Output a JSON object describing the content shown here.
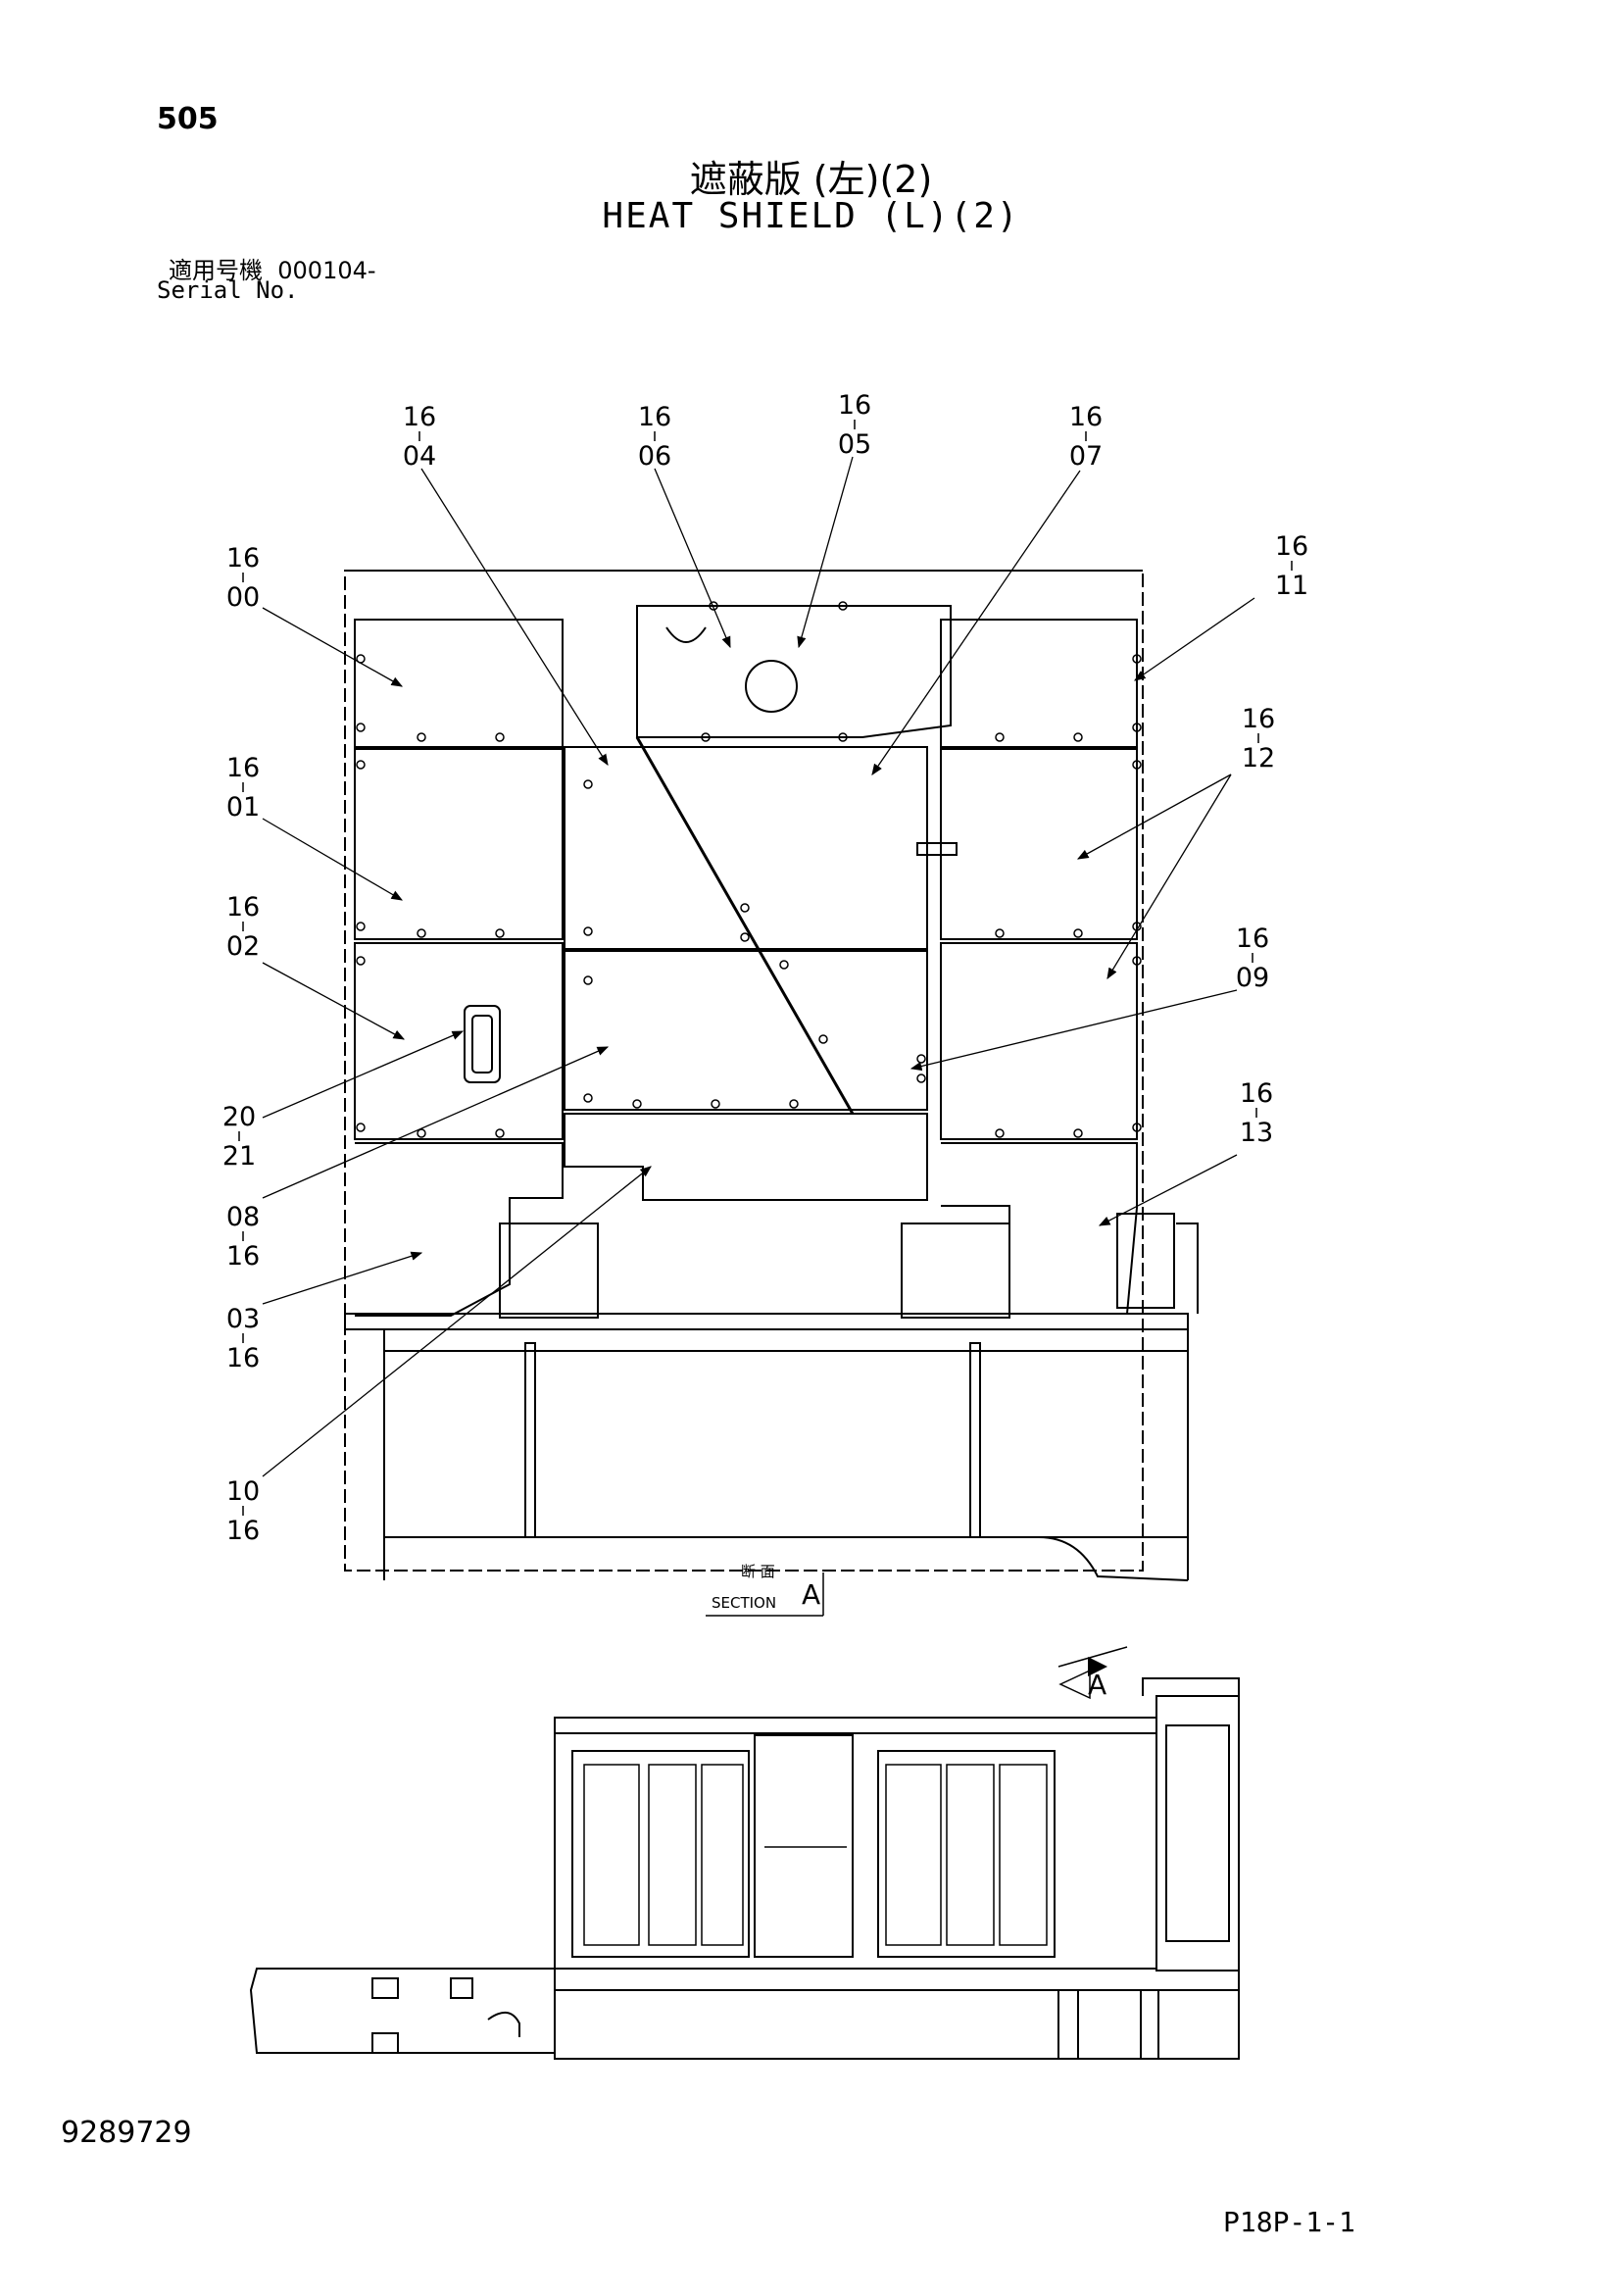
{
  "header": {
    "page_number": "505",
    "title_jp": "遮蔽版 (左)(2)",
    "title_en": "HEAT SHIELD (L)(2)",
    "serial_label_jp": "適用号機",
    "serial_value": "000104-",
    "serial_label_en": "Serial No."
  },
  "callouts": [
    {
      "id": "c1604",
      "top": "16",
      "bottom": "04"
    },
    {
      "id": "c1606",
      "top": "16",
      "bottom": "06"
    },
    {
      "id": "c1605",
      "top": "16",
      "bottom": "05"
    },
    {
      "id": "c1607",
      "top": "16",
      "bottom": "07"
    },
    {
      "id": "c1600",
      "top": "16",
      "bottom": "00"
    },
    {
      "id": "c1611",
      "top": "16",
      "bottom": "11"
    },
    {
      "id": "c1601",
      "top": "16",
      "bottom": "01"
    },
    {
      "id": "c1612",
      "top": "16",
      "bottom": "12"
    },
    {
      "id": "c1602",
      "top": "16",
      "bottom": "02"
    },
    {
      "id": "c1609",
      "top": "16",
      "bottom": "09"
    },
    {
      "id": "c2021",
      "top": "20",
      "bottom": "21"
    },
    {
      "id": "c1613",
      "top": "16",
      "bottom": "13"
    },
    {
      "id": "c0816",
      "top": "08",
      "bottom": "16"
    },
    {
      "id": "c0316",
      "top": "03",
      "bottom": "16"
    },
    {
      "id": "c1016",
      "top": "10",
      "bottom": "16"
    }
  ],
  "section": {
    "label_jp": "断 面",
    "label_en": "SECTION",
    "letter": "A",
    "view_letter": "A"
  },
  "footer": {
    "drawing_number": "9289729",
    "sheet_code": "P18P-1-1"
  }
}
